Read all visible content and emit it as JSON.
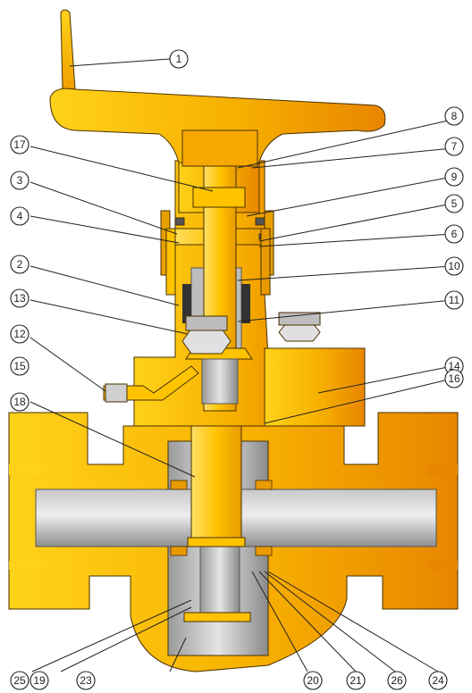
{
  "colors": {
    "body_light": "#FFD21A",
    "body_mid": "#F7A800",
    "body_dark": "#E88600",
    "pipe_light": "#D6D6D6",
    "pipe_dark": "#8F8F8F",
    "outline": "#4A3000",
    "leader": "#222222"
  },
  "callouts": [
    {
      "id": "1",
      "label": "1"
    },
    {
      "id": "2",
      "label": "2"
    },
    {
      "id": "3",
      "label": "3"
    },
    {
      "id": "4",
      "label": "4"
    },
    {
      "id": "5",
      "label": "5"
    },
    {
      "id": "6",
      "label": "6"
    },
    {
      "id": "7",
      "label": "7"
    },
    {
      "id": "8",
      "label": "8"
    },
    {
      "id": "9",
      "label": "9"
    },
    {
      "id": "10",
      "label": "10"
    },
    {
      "id": "11",
      "label": "11"
    },
    {
      "id": "12",
      "label": "12"
    },
    {
      "id": "13",
      "label": "13"
    },
    {
      "id": "14",
      "label": "14"
    },
    {
      "id": "15",
      "label": "15"
    },
    {
      "id": "16",
      "label": "16"
    },
    {
      "id": "17",
      "label": "17"
    },
    {
      "id": "18",
      "label": "18"
    },
    {
      "id": "19",
      "label": "19"
    },
    {
      "id": "20",
      "label": "20"
    },
    {
      "id": "21",
      "label": "21"
    },
    {
      "id": "23",
      "label": "23"
    },
    {
      "id": "24",
      "label": "24"
    },
    {
      "id": "25",
      "label": "25"
    },
    {
      "id": "26",
      "label": "26"
    }
  ]
}
